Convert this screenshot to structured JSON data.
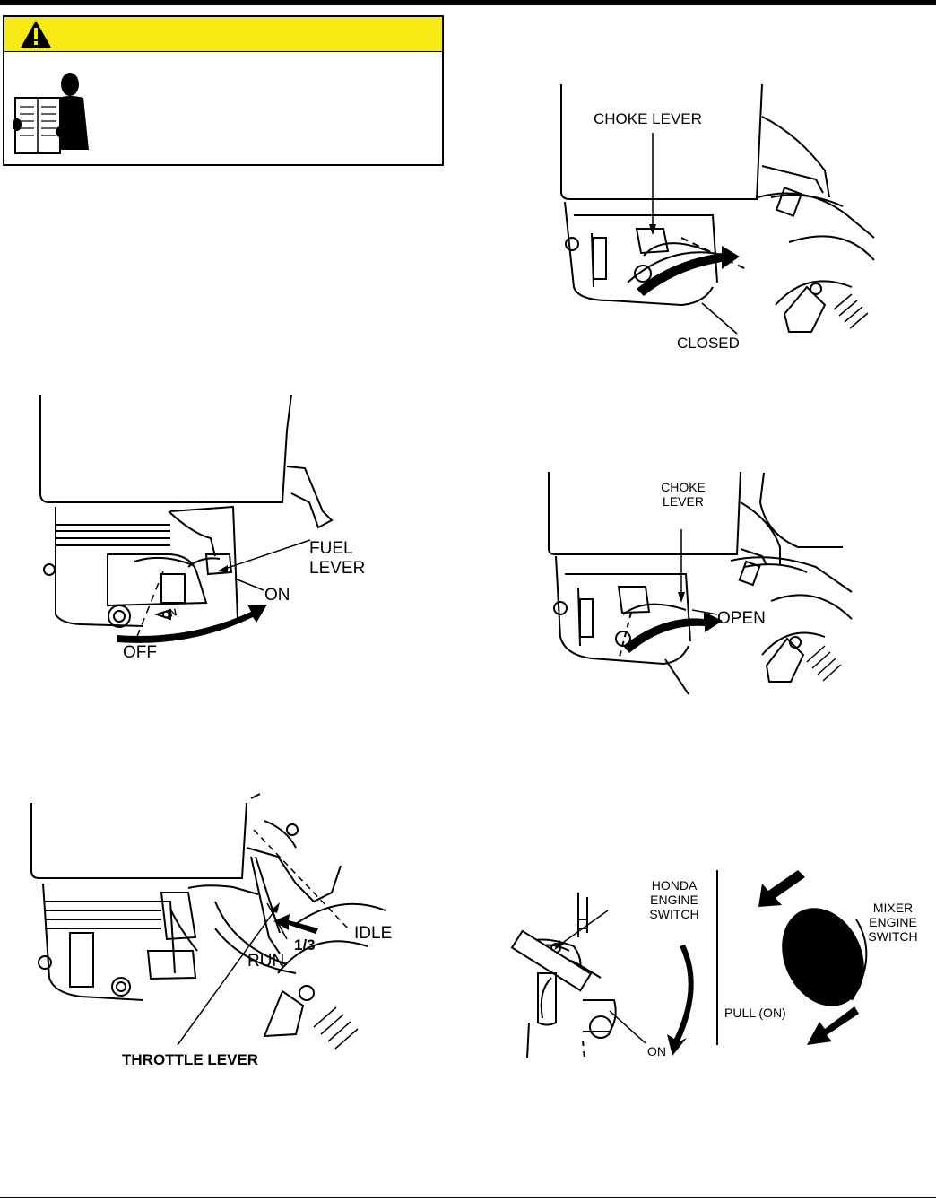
{
  "figures": {
    "choke_closed": {
      "lever_label": "CHOKE LEVER",
      "position_label": "CLOSED"
    },
    "fuel": {
      "lever_label_line1": "FUEL",
      "lever_label_line2": "LEVER",
      "on_label": "ON",
      "off_label": "OFF",
      "dial_text": "ON"
    },
    "choke_open": {
      "lever_label_line1": "CHOKE",
      "lever_label_line2": "LEVER",
      "position_label": "OPEN"
    },
    "throttle": {
      "idle_label": "IDLE",
      "third_label": "1/3",
      "run_label": "RUN",
      "lever_label": "THROTTLE LEVER"
    },
    "switches": {
      "honda_line1": "HONDA",
      "honda_line2": "ENGINE",
      "honda_line3": "SWITCH",
      "on_label": "ON",
      "mixer_line1": "MIXER",
      "mixer_line2": "ENGINE",
      "mixer_line3": "SWITCH",
      "pull_label": "PULL (ON)"
    }
  },
  "colors": {
    "warning_yellow": "#f5ea14"
  },
  "icons": {
    "warning": "warning-triangle-icon",
    "reader": "reading-manual-icon"
  }
}
